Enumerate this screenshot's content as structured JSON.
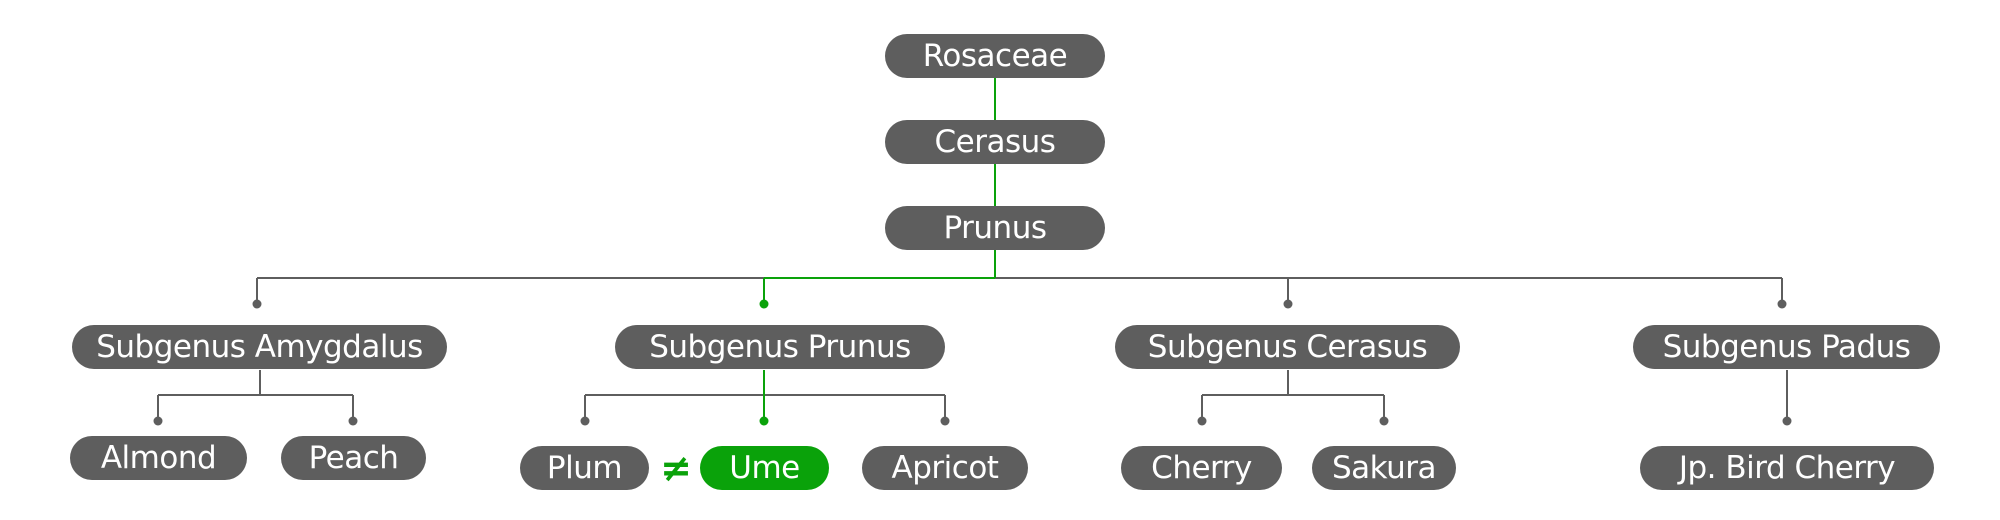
{
  "colors": {
    "node_fill": "#5e5e5e",
    "node_text": "#ffffff",
    "highlight": "#0aa20a",
    "connector": "#5e5e5e"
  },
  "nodes": {
    "rosaceae": "Rosaceae",
    "cerasus": "Cerasus",
    "prunus": "Prunus",
    "subgenus_amygdalus": "Subgenus Amygdalus",
    "subgenus_prunus": "Subgenus Prunus",
    "subgenus_cerasus": "Subgenus Cerasus",
    "subgenus_padus": "Subgenus Padus",
    "almond": "Almond",
    "peach": "Peach",
    "plum": "Plum",
    "ume": "Ume",
    "apricot": "Apricot",
    "cherry": "Cherry",
    "sakura": "Sakura",
    "jp_bird_cherry": "Jp. Bird Cherry"
  },
  "not_equal_symbol": "≠",
  "highlighted_path": [
    "Rosaceae",
    "Cerasus",
    "Prunus",
    "Subgenus Prunus",
    "Ume"
  ]
}
